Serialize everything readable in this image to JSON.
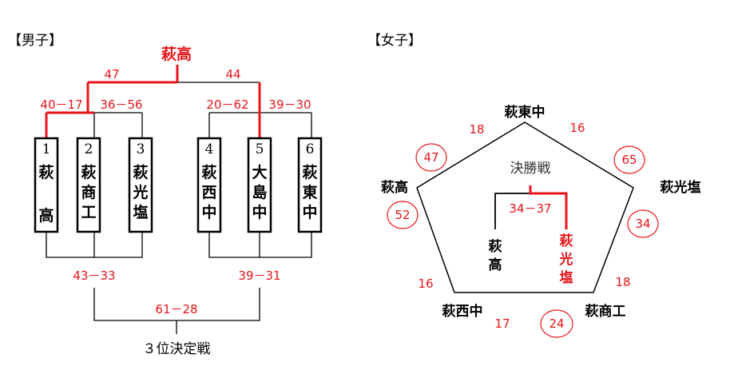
{
  "boys": {
    "heading": "【男子】",
    "champion": "萩高",
    "teams": [
      {
        "num": "1",
        "name": [
          "萩",
          "",
          "高"
        ]
      },
      {
        "num": "2",
        "name": [
          "萩",
          "商",
          "工"
        ]
      },
      {
        "num": "3",
        "name": [
          "萩",
          "光",
          "塩"
        ]
      },
      {
        "num": "4",
        "name": [
          "萩",
          "西",
          "中"
        ]
      },
      {
        "num": "5",
        "name": [
          "大",
          "島",
          "中"
        ]
      },
      {
        "num": "6",
        "name": [
          "萩",
          "東",
          "中"
        ]
      }
    ],
    "scores": {
      "final_left": "47",
      "final_right": "44",
      "semi_left_a": "40－17",
      "semi_left_b": "36－56",
      "semi_right_a": "20－62",
      "semi_right_b": "39－30",
      "bottom_left": "43－33",
      "bottom_right": "39－31",
      "third": "61－28"
    },
    "third_place_label": "３位決定戦"
  },
  "girls": {
    "heading": "【女子】",
    "final_label": "決勝戦",
    "final_score": "34－37",
    "final_left_team": [
      "萩",
      "高"
    ],
    "final_right_team": [
      "萩",
      "光",
      "塩"
    ],
    "nodes": {
      "top": "萩東中",
      "left": "萩高",
      "right": "萩光塩",
      "bottom_left": "萩西中",
      "bottom_right": "萩商工"
    },
    "edge_scores": {
      "top_left": "18",
      "top_right": "16",
      "left_bottom": "16",
      "right_bottom": "18",
      "bottom": "17"
    },
    "circled_scores": {
      "left_upper": "47",
      "left_lower": "52",
      "right_upper": "65",
      "right_lower": "34",
      "bottom": "24"
    },
    "colors": {
      "highlight": "#e8141a",
      "line": "#000000"
    }
  }
}
